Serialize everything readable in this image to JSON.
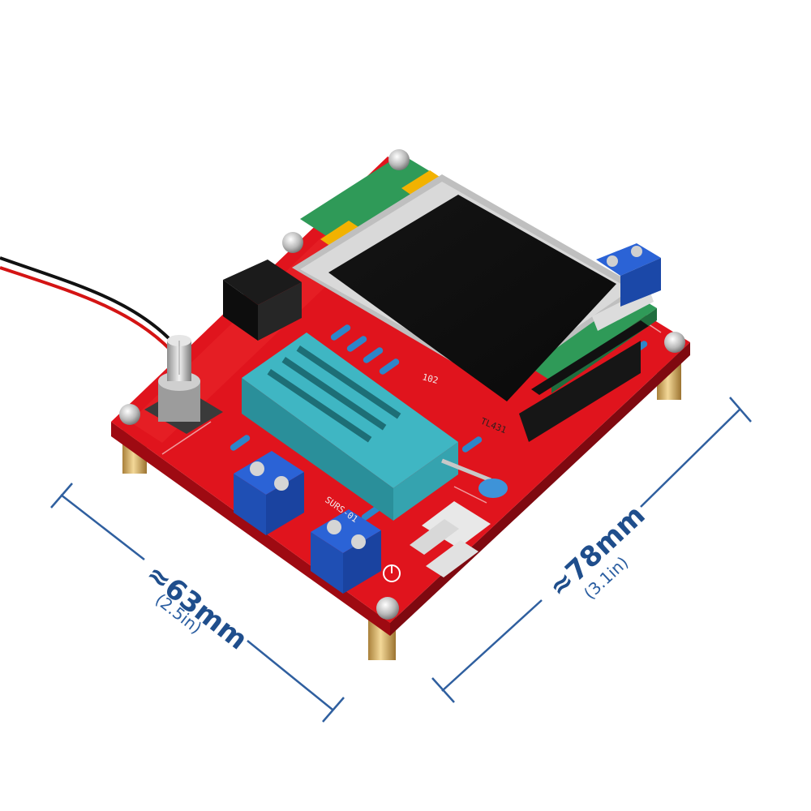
{
  "dimensions": {
    "width_main": "≈63mm",
    "width_sub": "(2.5in)",
    "depth_main": "≈78mm",
    "depth_sub": "(3.1in)"
  },
  "silkscreen": {
    "board_id": "SURS-01",
    "ic_label": "TL431",
    "resistor_code": "102"
  },
  "colors": {
    "pcb": "#e0141d",
    "pcb_dark": "#a80d14",
    "zif_socket": "#3fb6c3",
    "terminal_block": "#1f55c9",
    "brass": "#d6b26a",
    "dimension_line": "#2f5f9f"
  }
}
